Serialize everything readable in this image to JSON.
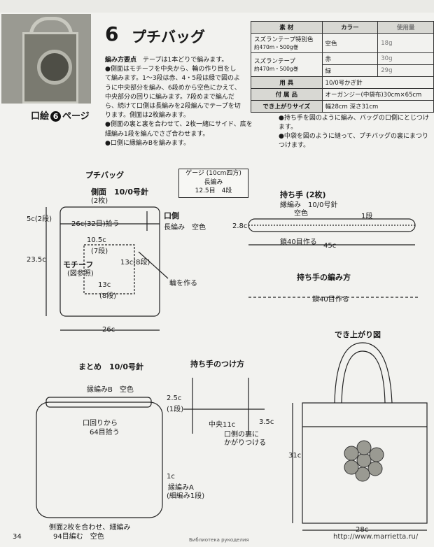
{
  "photo_ref": {
    "prefix": "口絵",
    "num": "6",
    "suffix": "ページ"
  },
  "title": {
    "num": "6",
    "text": "プチバッグ"
  },
  "howto": {
    "heading": "編み方要点",
    "lines": [
      "テープは1本どりで編みます。",
      "●側面はモチーフを中央から、輪の作り目をし",
      "て編みます。1〜3段は赤、4・5段は緑で図のよ",
      "うに中央部分を編み、6段めから空色にかえて、",
      "中央部分の回りに編みます。7段めまで編んだ",
      "ら、続けて口側は長編みを2段編んでテープを切",
      "ります。側面は2枚編みます。",
      "●側面の裏と裏を合わせて、2枚一緒にサイド、底を",
      "細編み1段を編んでさざ合わせます。",
      "●口側に縁編みBを編みます。"
    ]
  },
  "materials": {
    "headers": [
      "素 材",
      "カラー",
      "使用量"
    ],
    "rows": [
      {
        "name": "スズランテープ特別色",
        "sub": "約470m・500g巻",
        "color": "空色",
        "amount": "18g"
      },
      {
        "name": "スズランテープ",
        "sub": "約470m・500g巻",
        "color": "赤",
        "amount": "30g"
      },
      {
        "name": "",
        "sub": "",
        "color": "緑",
        "amount": "29g"
      }
    ],
    "tool_label": "用 具",
    "tool": "10/0号かぎ針",
    "acc_label": "付 属 品",
    "acc": "オーガンジー(中袋布)30cm×65cm",
    "size_label": "でき上がりサイズ",
    "size": "幅28cm 深さ31cm"
  },
  "notes_right": [
    "●持ち手を図のように編み、バッグの口側にとじつけ",
    "ます。",
    "●中袋を図のように縫って、プチバッグの裏にまつり",
    "つけます。"
  ],
  "gauge": {
    "title": "ゲージ (10cm四方)",
    "stitch": "長編み",
    "value": "12.5目　4段"
  },
  "side": {
    "section": "プチバッグ",
    "title": "側面　10/0号針",
    "count": "(2枚)",
    "top_height": "5c(2段)",
    "pickup": "26c(32目)拾う",
    "mouth": "口側",
    "mouth_st": "長編み　空色",
    "height": "23.5c",
    "inner_w": "10.5c",
    "inner_w_rows": "(7段)",
    "motif": "モチーフ",
    "motif_ref": "(図参照)",
    "inner_h": "13c(8段)",
    "bottom_w": "13c",
    "bottom_rows": "(8段)",
    "ring": "輪を作る",
    "width": "26c"
  },
  "handle": {
    "title": "持ち手 (2枚)",
    "needle": "縁編み　10/0号針",
    "color": "空色",
    "row": "1段",
    "height": "2.8c",
    "chain": "鎖40目作る",
    "length": "45c"
  },
  "handle_pattern": {
    "title": "持ち手の編み方",
    "chain": "鎖40目作る"
  },
  "finish": {
    "title": "まとめ　10/0号針",
    "edge": "縁編みB　空色",
    "edge_h": "2.5c",
    "edge_rows": "(1段)",
    "pickup": "口回りから",
    "pickup2": "64目拾う",
    "side_edge": "1c",
    "side_edge2": "縁編みA",
    "side_edge3": "(細編み1段)",
    "join": "側面2枚を合わせ、細編み",
    "join2": "94目編む　空色"
  },
  "attach": {
    "title": "持ち手のつけ方",
    "center": "中央11c",
    "gap": "3.5c",
    "note": "口側の裏に",
    "note2": "かがりつける"
  },
  "final": {
    "title": "でき上がり図",
    "height": "31c",
    "width": "28c"
  },
  "page": {
    "num": "34",
    "footer": "Библиотека рукоделия",
    "url": "http://www.marrietta.ru/"
  }
}
